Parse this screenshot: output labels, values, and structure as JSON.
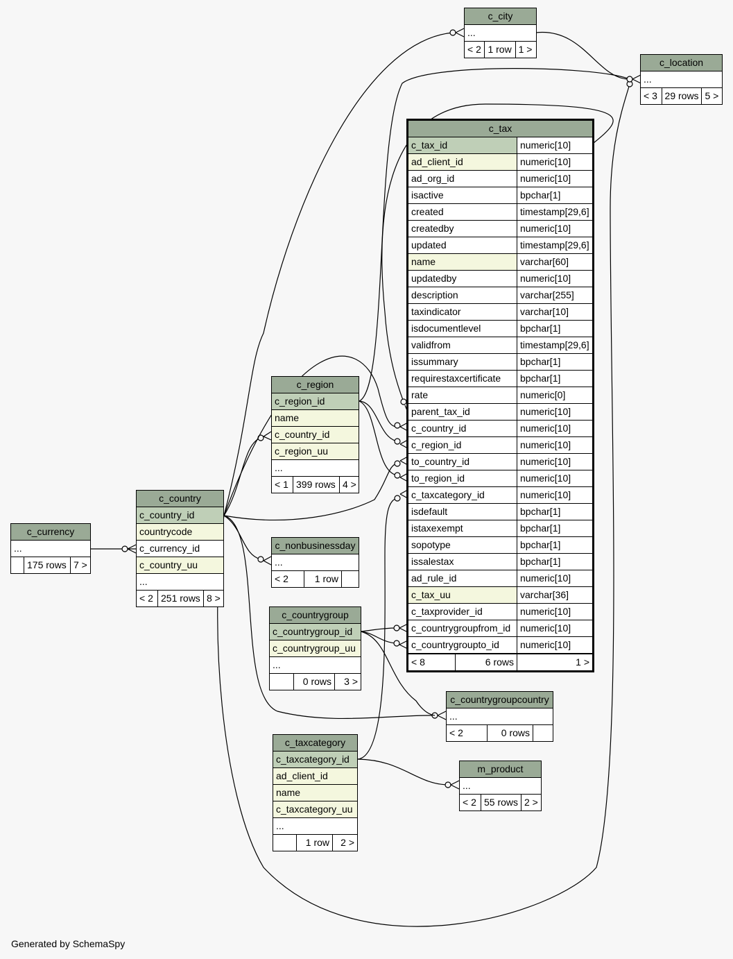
{
  "credit": "Generated by SchemaSpy",
  "tables": {
    "c_city": {
      "title": "c_city",
      "rows": [
        "..."
      ],
      "footer": [
        "< 2",
        "1 row",
        "1 >"
      ]
    },
    "c_location": {
      "title": "c_location",
      "rows": [
        "..."
      ],
      "footer": [
        "< 3",
        "29 rows",
        "5 >"
      ]
    },
    "c_region": {
      "title": "c_region",
      "rows": [
        "c_region_id",
        "name",
        "c_country_id",
        "c_region_uu",
        "..."
      ],
      "footer": [
        "< 1",
        "399 rows",
        "4 >"
      ]
    },
    "c_country": {
      "title": "c_country",
      "rows": [
        "c_country_id",
        "countrycode",
        "c_currency_id",
        "c_country_uu",
        "..."
      ],
      "footer": [
        "< 2",
        "251 rows",
        "8 >"
      ]
    },
    "c_currency": {
      "title": "c_currency",
      "rows": [
        "..."
      ],
      "footer": [
        "",
        "175 rows",
        "7 >"
      ]
    },
    "c_nonbusinessday": {
      "title": "c_nonbusinessday",
      "rows": [
        "..."
      ],
      "footer": [
        "< 2",
        "1 row",
        ""
      ]
    },
    "c_countrygroup": {
      "title": "c_countrygroup",
      "rows": [
        "c_countrygroup_id",
        "c_countrygroup_uu",
        "..."
      ],
      "footer": [
        "",
        "0 rows",
        "3 >"
      ]
    },
    "c_countrygroupcountry": {
      "title": "c_countrygroupcountry",
      "rows": [
        "..."
      ],
      "footer": [
        "< 2",
        "0 rows",
        ""
      ]
    },
    "c_taxcategory": {
      "title": "c_taxcategory",
      "rows": [
        "c_taxcategory_id",
        "ad_client_id",
        "name",
        "c_taxcategory_uu",
        "..."
      ],
      "footer": [
        "",
        "1 row",
        "2 >"
      ]
    },
    "m_product": {
      "title": "m_product",
      "rows": [
        "..."
      ],
      "footer": [
        "< 2",
        "55 rows",
        "2 >"
      ]
    },
    "c_tax": {
      "title": "c_tax",
      "columns": [
        [
          "c_tax_id",
          "numeric[10]"
        ],
        [
          "ad_client_id",
          "numeric[10]"
        ],
        [
          "ad_org_id",
          "numeric[10]"
        ],
        [
          "isactive",
          "bpchar[1]"
        ],
        [
          "created",
          "timestamp[29,6]"
        ],
        [
          "createdby",
          "numeric[10]"
        ],
        [
          "updated",
          "timestamp[29,6]"
        ],
        [
          "name",
          "varchar[60]"
        ],
        [
          "updatedby",
          "numeric[10]"
        ],
        [
          "description",
          "varchar[255]"
        ],
        [
          "taxindicator",
          "varchar[10]"
        ],
        [
          "isdocumentlevel",
          "bpchar[1]"
        ],
        [
          "validfrom",
          "timestamp[29,6]"
        ],
        [
          "issummary",
          "bpchar[1]"
        ],
        [
          "requirestaxcertificate",
          "bpchar[1]"
        ],
        [
          "rate",
          "numeric[0]"
        ],
        [
          "parent_tax_id",
          "numeric[10]"
        ],
        [
          "c_country_id",
          "numeric[10]"
        ],
        [
          "c_region_id",
          "numeric[10]"
        ],
        [
          "to_country_id",
          "numeric[10]"
        ],
        [
          "to_region_id",
          "numeric[10]"
        ],
        [
          "c_taxcategory_id",
          "numeric[10]"
        ],
        [
          "isdefault",
          "bpchar[1]"
        ],
        [
          "istaxexempt",
          "bpchar[1]"
        ],
        [
          "sopotype",
          "bpchar[1]"
        ],
        [
          "issalestax",
          "bpchar[1]"
        ],
        [
          "ad_rule_id",
          "numeric[10]"
        ],
        [
          "c_tax_uu",
          "varchar[36]"
        ],
        [
          "c_taxprovider_id",
          "numeric[10]"
        ],
        [
          "c_countrygroupfrom_id",
          "numeric[10]"
        ],
        [
          "c_countrygroupto_id",
          "numeric[10]"
        ]
      ],
      "footer": [
        "< 8",
        "6 rows",
        "1 >"
      ]
    }
  }
}
